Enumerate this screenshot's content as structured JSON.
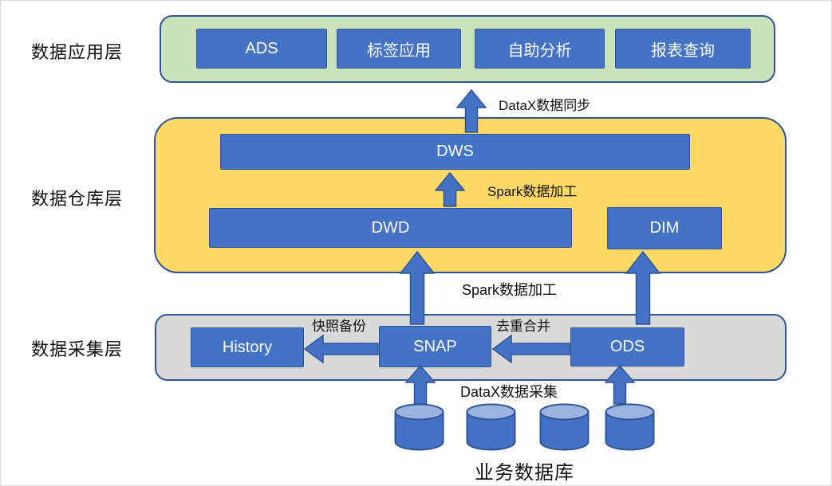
{
  "colors": {
    "node_blue": "#4472C4",
    "node_border": "#2F5597",
    "container_border": "#2F5597",
    "green_fill": "#CBE3BC",
    "yellow_fill": "#FFD966",
    "gray_fill": "#D9D9D9",
    "cylinder_top_fill": "#9DB3DF"
  },
  "app_layer": {
    "label": "数据应用层",
    "boxes": [
      "ADS",
      "标签应用",
      "自助分析",
      "报表查询"
    ]
  },
  "warehouse_layer": {
    "label": "数据仓库层",
    "nodes": {
      "dws": "DWS",
      "dwd": "DWD",
      "dim": "DIM"
    }
  },
  "collection_layer": {
    "label": "数据采集层",
    "nodes": {
      "history": "History",
      "snap": "SNAP",
      "ods": "ODS"
    }
  },
  "source": {
    "label": "业务数据库",
    "cylinder_count": 4
  },
  "arrows": {
    "datax_sync": "DataX数据同步",
    "spark_upper": "Spark数据加工",
    "spark_lower": "Spark数据加工",
    "snapshot_backup": "快照备份",
    "dedup_merge": "去重合并",
    "datax_collect": "DataX数据采集"
  }
}
